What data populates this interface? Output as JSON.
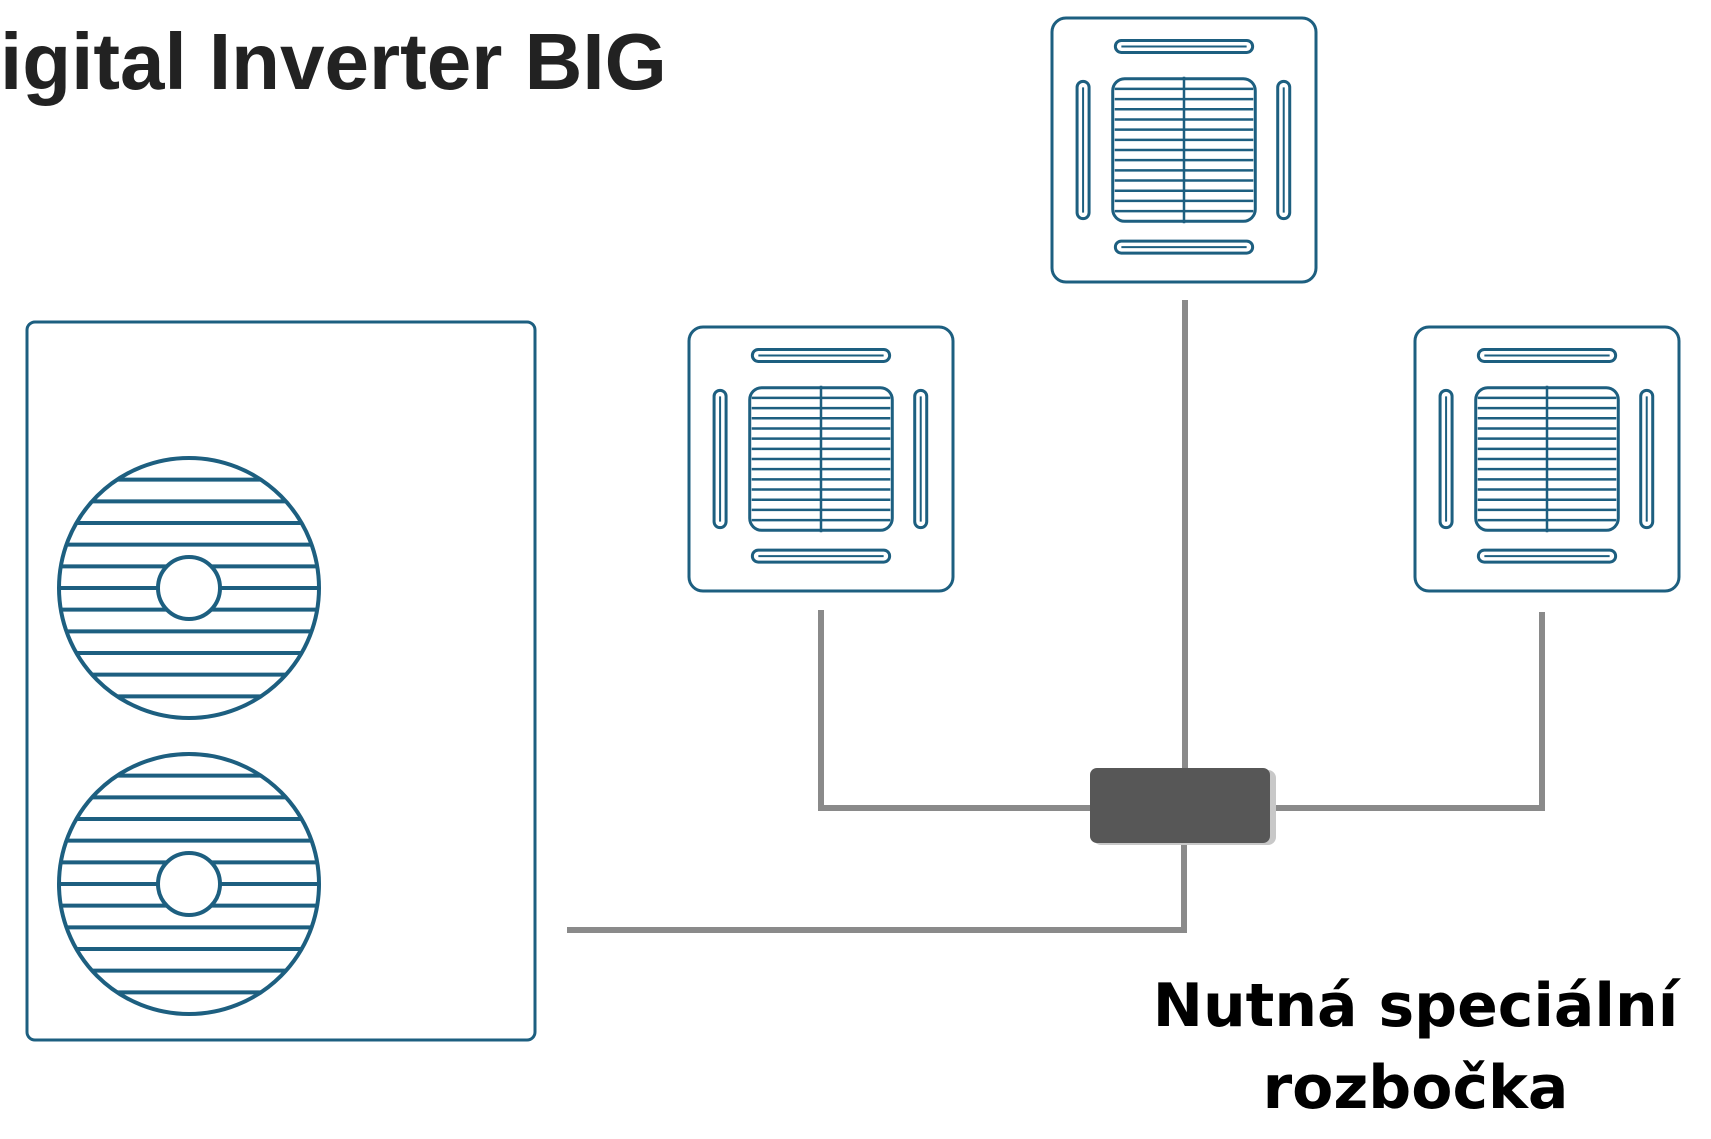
{
  "title": "igital Inverter BIG",
  "caption": {
    "line1": "Nutná speciální",
    "line2": "rozbočka"
  },
  "colors": {
    "unit_stroke": "#1d5f80",
    "pipe": "#8a8a8a",
    "splitter_fill": "#575757",
    "text_dark": "#222222"
  },
  "components": {
    "outdoor_unit": {
      "fan_count": 2
    },
    "indoor_units": [
      {
        "type": "ceiling-cassette",
        "position": "left"
      },
      {
        "type": "ceiling-cassette",
        "position": "top-center"
      },
      {
        "type": "ceiling-cassette",
        "position": "right"
      }
    ],
    "splitter": {
      "type": "branch-joint"
    }
  }
}
